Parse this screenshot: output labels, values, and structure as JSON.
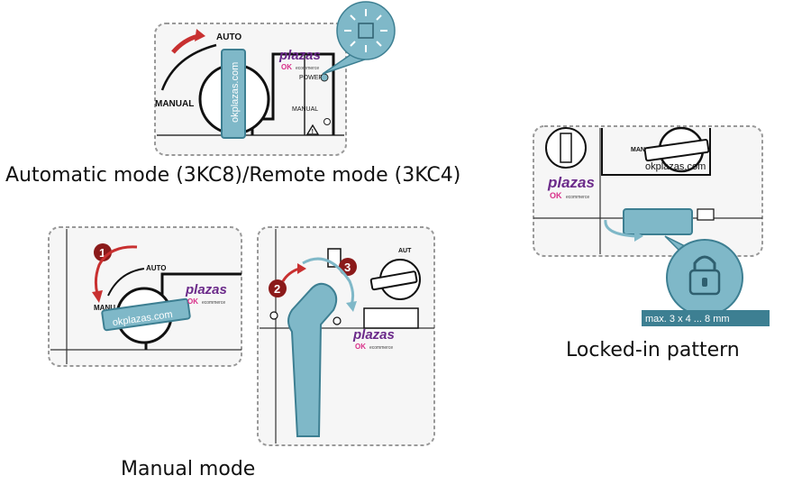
{
  "colors": {
    "accent_blue": "#7fb8c8",
    "dark_blue": "#3d7f92",
    "label_red": "#8b1a1a",
    "logo_purple": "#6b2a8a",
    "logo_pink": "#d9308a",
    "line": "#222222",
    "panel_fill": "#f4f4f4"
  },
  "panel_auto": {
    "label_auto": "AUTO",
    "label_manual": "MANUAL",
    "label_power": "POWER",
    "label_manual_ind": "MANUAL",
    "watermark_url": "okplazas.com",
    "logo_main": "plazas",
    "logo_ok": "OK",
    "logo_sub": "ecommerce",
    "icons": [
      "rotate-arrow-icon",
      "warning-triangle-icon",
      "power-led-icon",
      "led-burst-icon"
    ]
  },
  "caption_auto": "Automatic mode (3KC8)/Remote mode (3KC4)",
  "panel_manual_a": {
    "step": "1",
    "label_auto": "AUTO",
    "label_manual": "MANU",
    "watermark_url": "okplazas.com",
    "logo_main": "plazas",
    "logo_ok": "OK",
    "logo_sub": "ecommerce"
  },
  "panel_manual_b": {
    "step_2": "2",
    "step_3": "3",
    "label_auto": "AUT",
    "logo_main": "plazas",
    "logo_ok": "OK",
    "logo_sub": "ecommerce"
  },
  "caption_manual": "Manual mode",
  "panel_lock": {
    "label_manual": "MAN",
    "watermark_url": "okplazas.com",
    "logo_main": "plazas",
    "logo_ok": "OK",
    "logo_sub": "ecommerce",
    "spec": "max. 3 x 4 ... 8 mm",
    "icons": [
      "padlock-icon",
      "pull-out-arrow-icon"
    ]
  },
  "caption_lock": "Locked-in pattern"
}
